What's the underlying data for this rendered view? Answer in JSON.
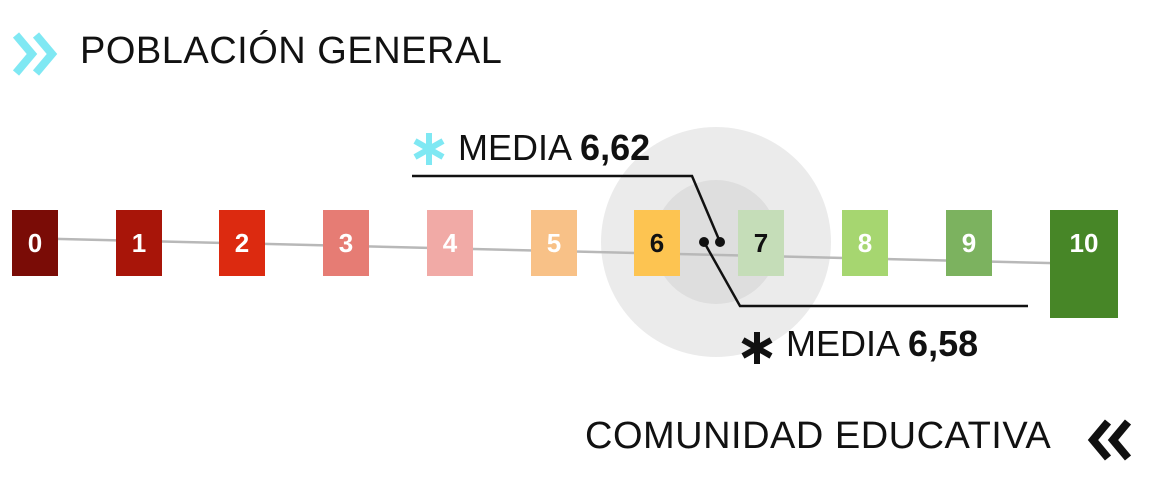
{
  "header": {
    "title": "POBLACIÓN GENERAL",
    "icon": "chevron-double-right-icon",
    "icon_color": "#7fe8f3"
  },
  "footer": {
    "title": "COMUNIDAD EDUCATIVA",
    "icon": "chevron-double-left-icon",
    "icon_color": "#111111"
  },
  "media_general": {
    "label": "MEDIA",
    "value": "6,62",
    "numeric": 6.62,
    "marker": "asterisk-icon",
    "marker_color": "#7fe8f3"
  },
  "media_educativa": {
    "label": "MEDIA",
    "value": "6,58",
    "numeric": 6.58,
    "marker": "asterisk-icon",
    "marker_color": "#111111"
  },
  "scale": [
    {
      "label": "0",
      "color": "#7a0c06"
    },
    {
      "label": "1",
      "color": "#a81509"
    },
    {
      "label": "2",
      "color": "#dc2a10"
    },
    {
      "label": "3",
      "color": "#e67c74"
    },
    {
      "label": "4",
      "color": "#f1aaa6"
    },
    {
      "label": "5",
      "color": "#f8c187"
    },
    {
      "label": "6",
      "color": "#fdc451"
    },
    {
      "label": "7",
      "color": "#c5ddb8"
    },
    {
      "label": "8",
      "color": "#a6d670"
    },
    {
      "label": "9",
      "color": "#7cb25f"
    },
    {
      "label": "10",
      "color": "#478627"
    }
  ]
}
